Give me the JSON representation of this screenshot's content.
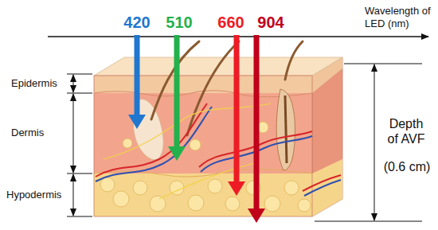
{
  "diagram": {
    "labels": [
      "420",
      "510",
      "660",
      "904",
      "Wavelength of LED (nm)",
      "Epidermis",
      "Dermis",
      "Hypodermis",
      "Depth of AVF",
      "(0.6 cm)"
    ]
  }
}
